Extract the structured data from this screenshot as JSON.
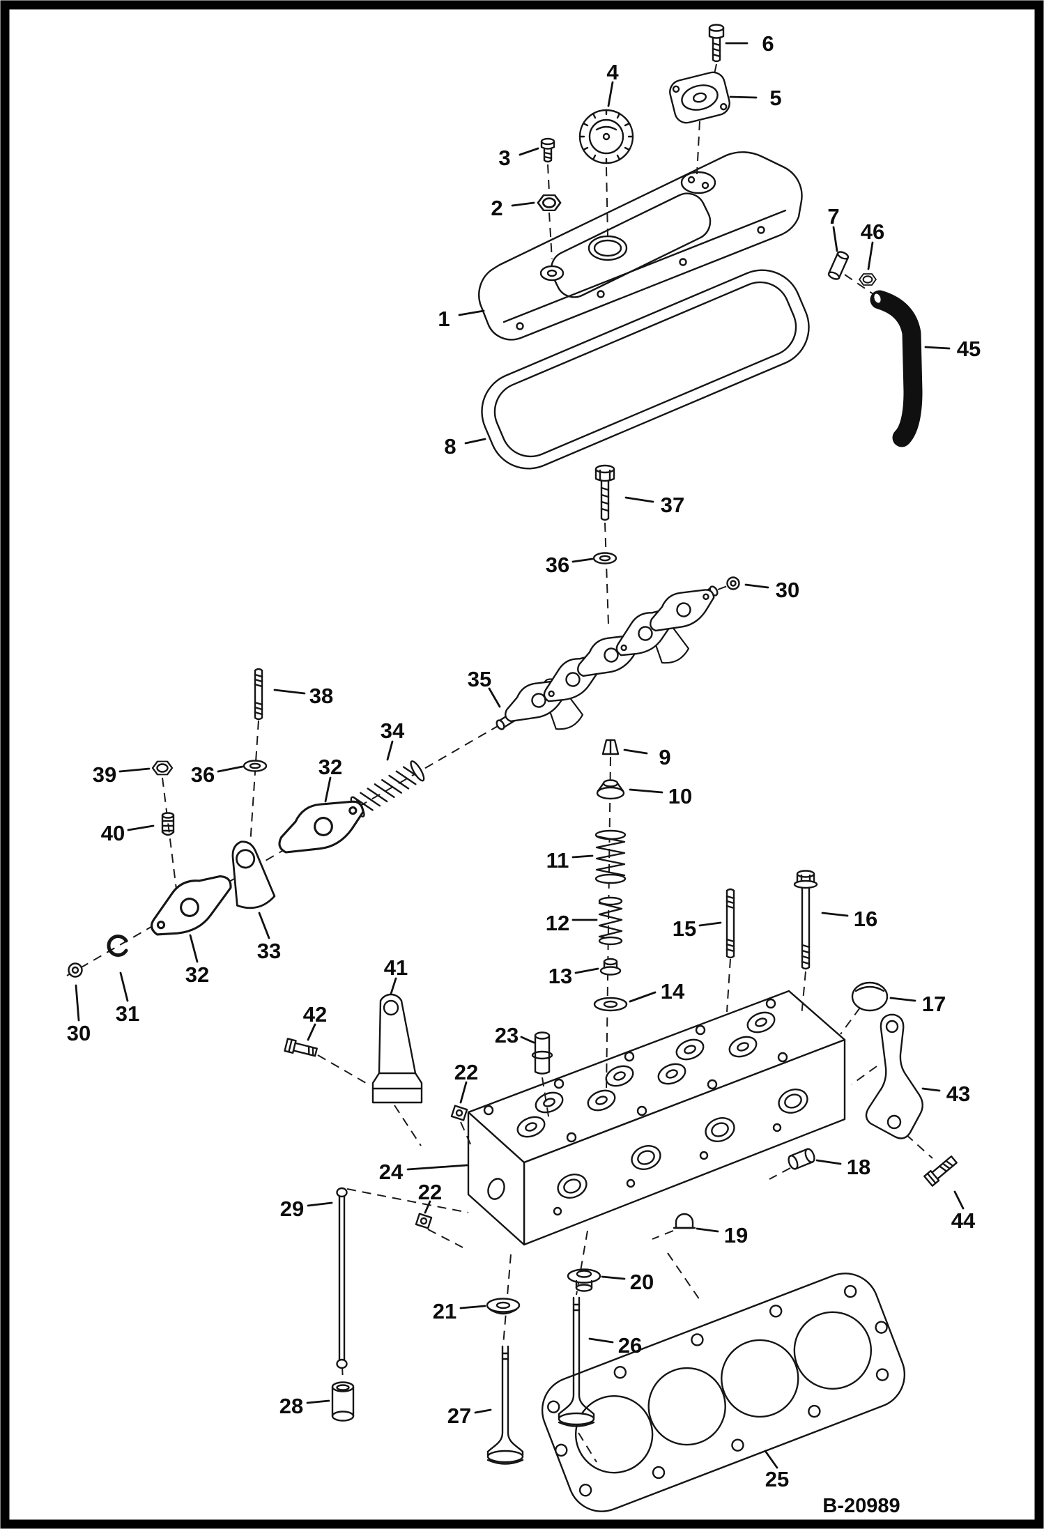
{
  "diagram": {
    "reference": "B-20989",
    "callouts": {
      "c1": "1",
      "c2": "2",
      "c3": "3",
      "c4": "4",
      "c5": "5",
      "c6": "6",
      "c7": "7",
      "c8": "8",
      "c9": "9",
      "c10": "10",
      "c11": "11",
      "c12": "12",
      "c13": "13",
      "c14": "14",
      "c15": "15",
      "c16": "16",
      "c17": "17",
      "c18": "18",
      "c19": "19",
      "c20": "20",
      "c21": "21",
      "c22a": "22",
      "c22b": "22",
      "c23": "23",
      "c24": "24",
      "c25": "25",
      "c26": "26",
      "c27": "27",
      "c28": "28",
      "c29": "29",
      "c30a": "30",
      "c30b": "30",
      "c31": "31",
      "c32a": "32",
      "c32b": "32",
      "c33": "33",
      "c34": "34",
      "c35": "35",
      "c36a": "36",
      "c36b": "36",
      "c37": "37",
      "c38": "38",
      "c39": "39",
      "c40": "40",
      "c41": "41",
      "c42": "42",
      "c43": "43",
      "c44": "44",
      "c45": "45",
      "c46": "46"
    }
  }
}
